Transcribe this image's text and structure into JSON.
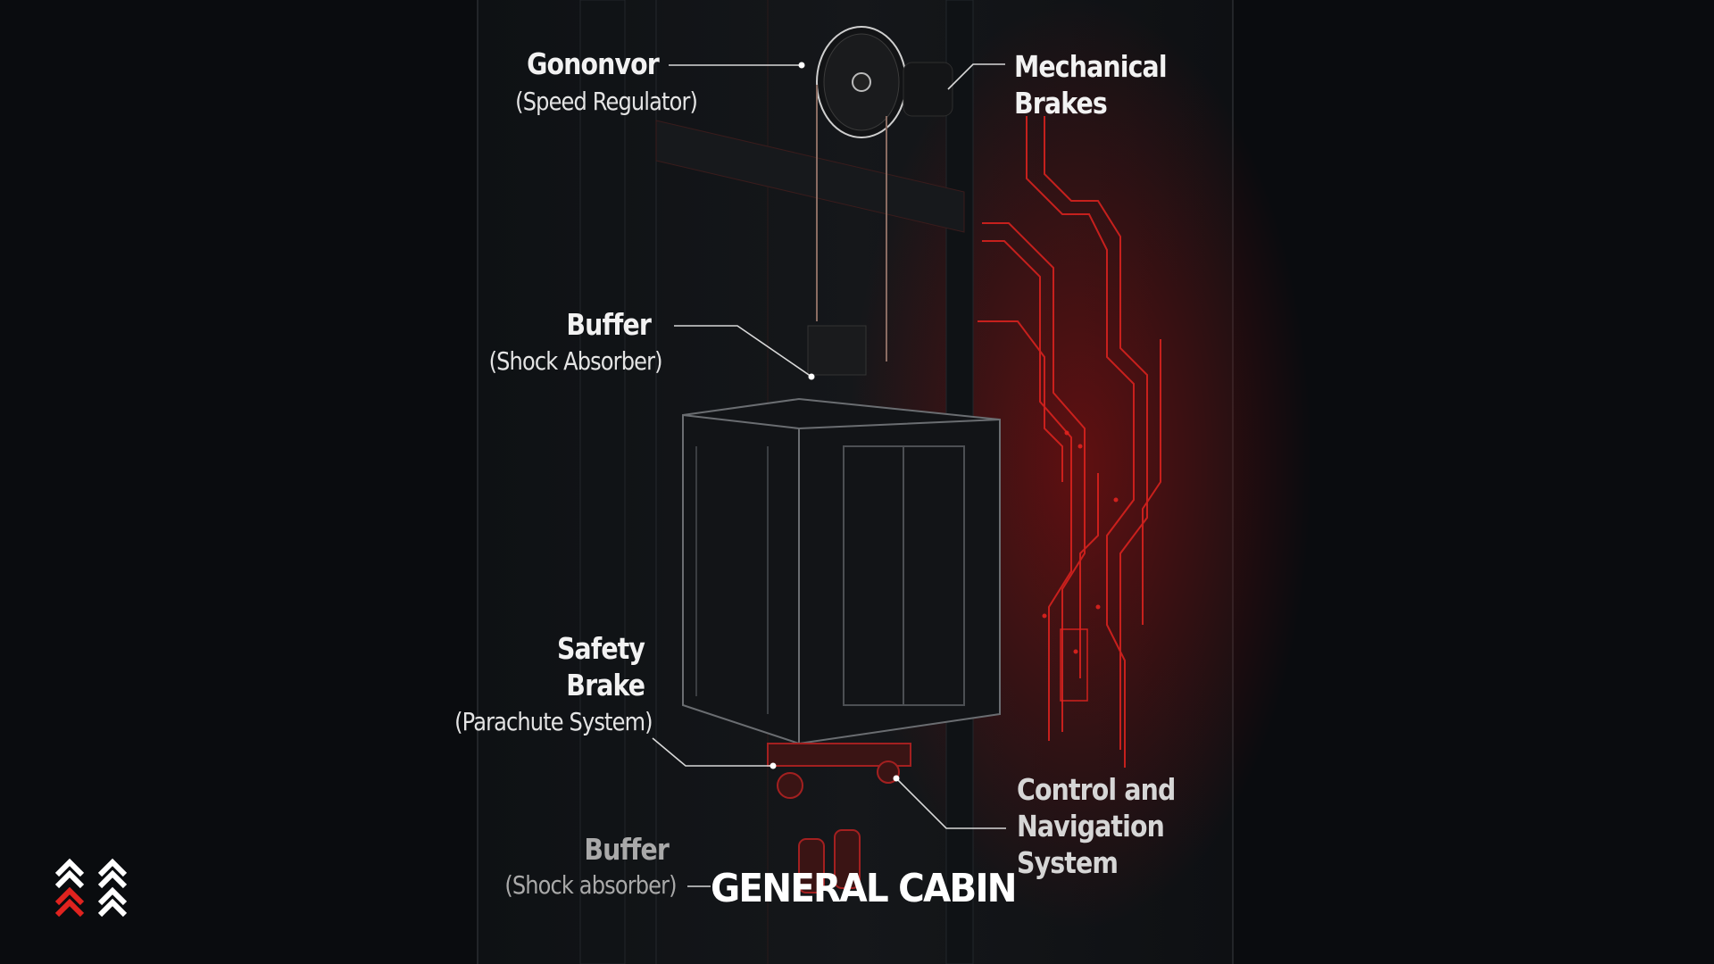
{
  "labels": {
    "governor": {
      "title": "Gononvor",
      "subtitle": "(Speed Regulator)"
    },
    "mechanical_brakes": {
      "line1": "Mechanical",
      "line2": "Brakes"
    },
    "buffer_top": {
      "title": "Buffer",
      "subtitle": "(Shock Absorber)"
    },
    "safety_brake": {
      "line1": "Safety",
      "line2": "Brake",
      "subtitle": "(Parachute System)"
    },
    "control_navigation": {
      "line1": "Control and",
      "line2": "Navigation",
      "line3": "System"
    },
    "buffer_bottom": {
      "title": "Buffer",
      "subtitle": "(Shock absorber)"
    }
  },
  "brand": {
    "name": "GENERAL CABIN"
  },
  "logo": {
    "icon": "double-chevron-up-logo"
  },
  "colors": {
    "background": "#0a0c0f",
    "accent_red": "#e0231f",
    "text": "#f2f2f2",
    "muted_text": "#a9a9a9"
  }
}
